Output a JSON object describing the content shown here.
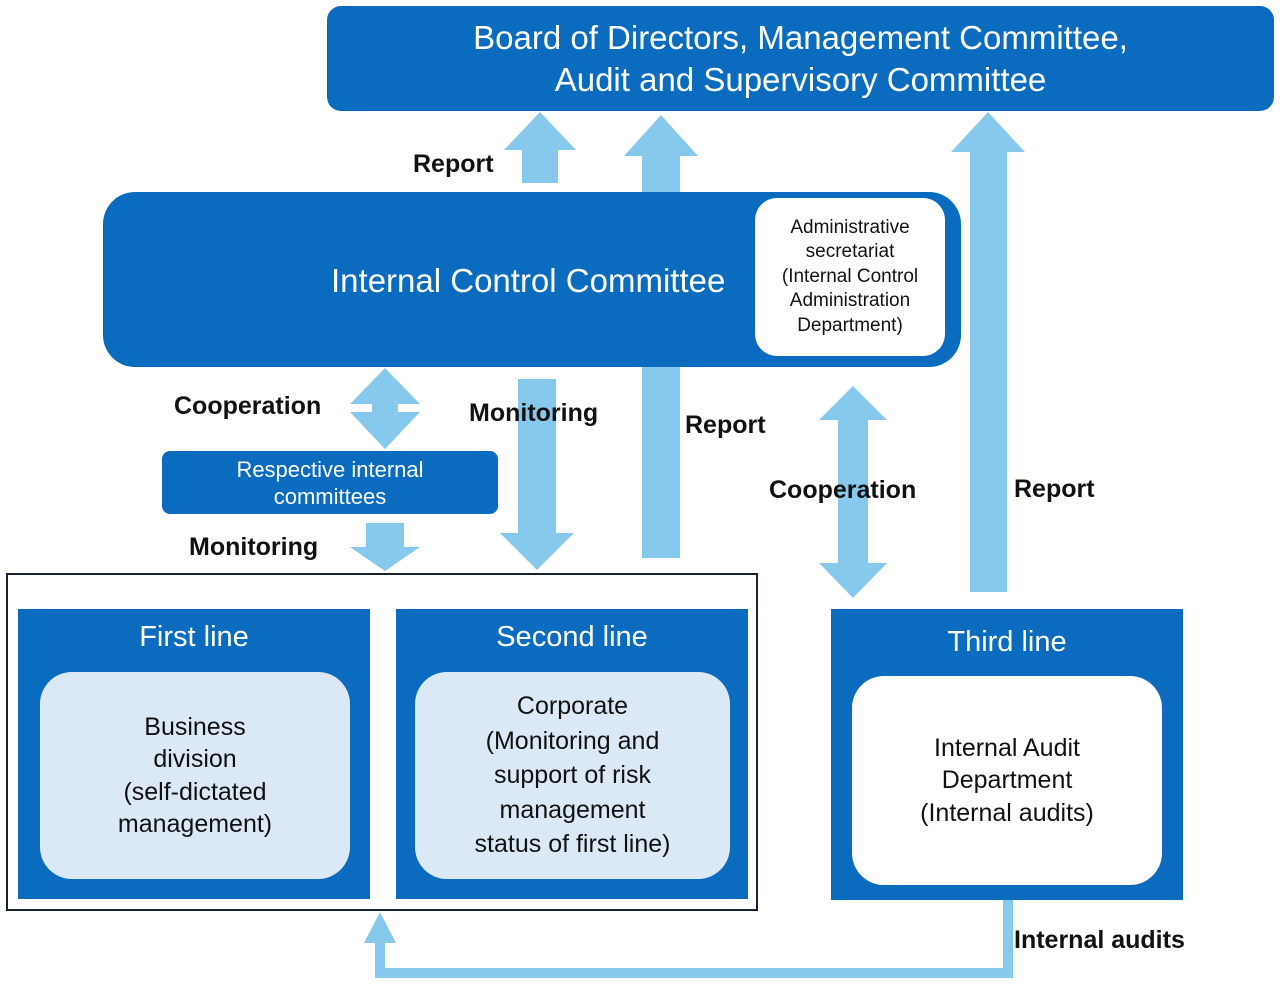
{
  "board": {
    "line1": "Board of Directors, Management Committee,",
    "line2": "Audit and Supervisory Committee"
  },
  "icc": {
    "title": "Internal Control Committee"
  },
  "secretariat": {
    "line1": "Administrative",
    "line2": "secretariat",
    "line3": "(Internal Control",
    "line4": "Administration",
    "line5": "Department)"
  },
  "respective": {
    "line1": "Respective internal",
    "line2": "committees"
  },
  "first_line": {
    "title": "First line",
    "body": [
      "Business",
      "division",
      "(self-dictated",
      "management)"
    ]
  },
  "second_line": {
    "title": "Second line",
    "body": [
      "Corporate",
      "(Monitoring and",
      "support of risk",
      "management",
      "status of first line)"
    ]
  },
  "third_line": {
    "title": "Third line",
    "body": [
      "Internal Audit",
      "Department",
      "(Internal audits)"
    ]
  },
  "labels": {
    "report_top": "Report",
    "report_mid": "Report",
    "report_right": "Report",
    "cooperation_left": "Cooperation",
    "cooperation_right": "Cooperation",
    "monitoring_mid": "Monitoring",
    "monitoring_left": "Monitoring",
    "internal_audits": "Internal audits"
  },
  "colors": {
    "primary": "#0a6bbf",
    "arrow": "#86c9ec",
    "panel_fill": "#dbe9f7"
  }
}
